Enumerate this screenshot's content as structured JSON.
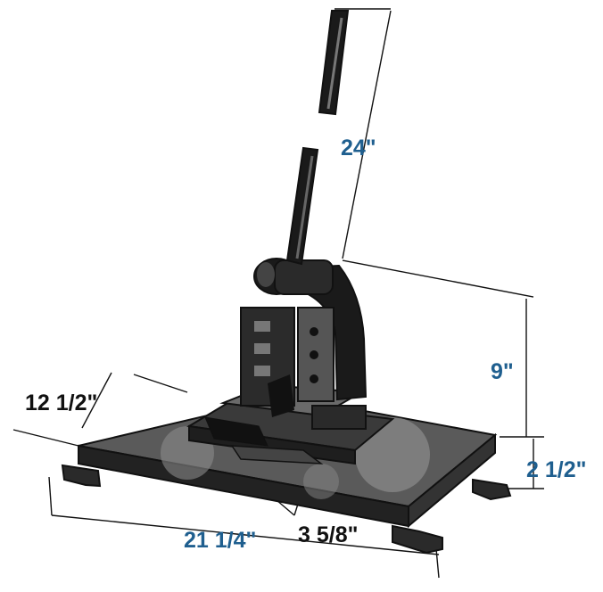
{
  "colors": {
    "label_blue": "#1f5f8f",
    "label_black": "#111111",
    "ink": "#111111",
    "background": "#ffffff"
  },
  "dimensions": {
    "handle_length": "24\"",
    "body_height": "9\"",
    "base_height": "2 1/2\"",
    "base_depth": "12 1/2\"",
    "base_width": "21 1/4\"",
    "throat_depth": "3 5/8\""
  }
}
